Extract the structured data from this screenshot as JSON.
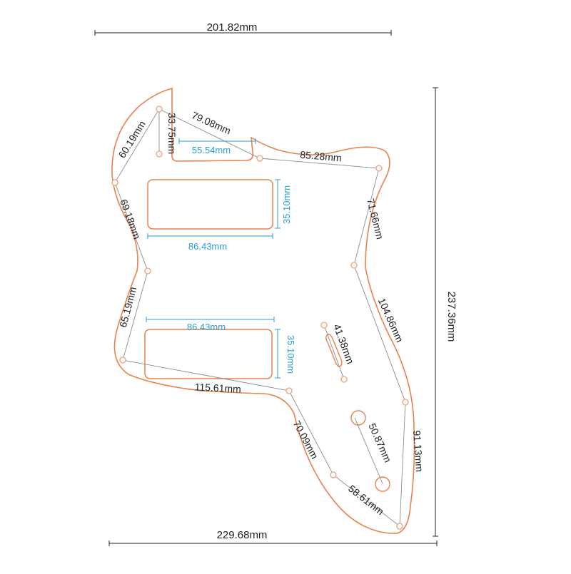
{
  "colors": {
    "outline": "#e8824f",
    "ink": "#222222",
    "blue": "#2a9fd6",
    "guide": "#8c8c8c",
    "hole": "#e8a07a"
  },
  "dimensions": {
    "top_width": "201.82mm",
    "bottom_width": "229.68mm",
    "total_height": "237.36mm",
    "horn_left": "60.19mm",
    "horn_drop": "33.75mm",
    "top_mid": "79.08mm",
    "slot_width": "55.54mm",
    "top_right": "85.28mm",
    "left_upper": "69.18mm",
    "pickup1_height": "35.10mm",
    "pickup1_width": "86.43mm",
    "right_upper": "71.66mm",
    "left_lower": "65.19mm",
    "pickup2_width": "86.43mm",
    "pickup2_height": "35.10mm",
    "slot_length": "41.38mm",
    "right_mid": "104.86mm",
    "mid_span": "115.61mm",
    "lower_left": "70.09mm",
    "knob_span": "50.87mm",
    "right_lower": "91.13mm",
    "bottom_diag": "58.61mm"
  }
}
